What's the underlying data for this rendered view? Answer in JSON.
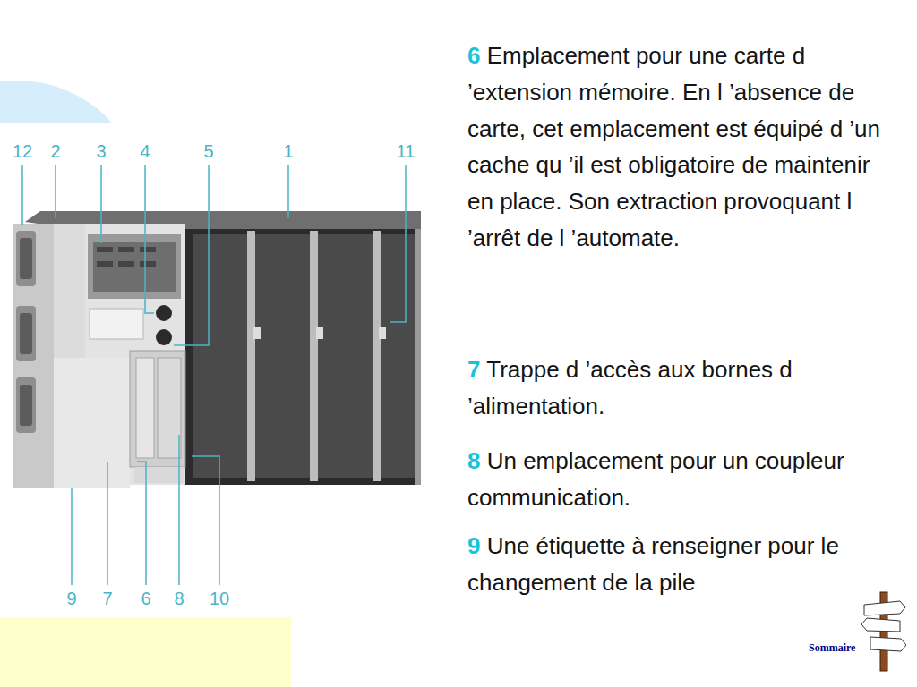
{
  "diagram": {
    "labels": [
      "12",
      "2",
      "3",
      "4",
      "5",
      "1",
      "11",
      "9",
      "7",
      "6",
      "8",
      "10",
      "6",
      "Emplacement pour une carte d ’extension mémoire. En l ’absence de carte, cet emplacement est équipé d ’un cache qu ’il est obligatoire de maintenir en place. Son extraction provoquant l ’arrêt de l ’automate.",
      "7",
      "Trappe d ’accès aux bornes d ’alimentation.",
      "8",
      "Un emplacement pour un coupleur communication.",
      "9",
      "Une étiquette à renseigner pour le changement de la pile",
      "Sommaire"
    ]
  }
}
